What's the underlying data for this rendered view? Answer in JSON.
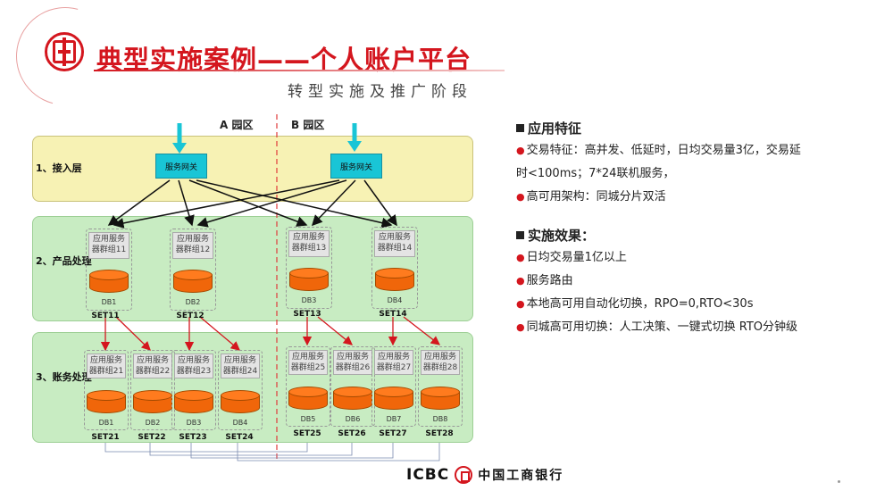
{
  "header": {
    "title": "典型实施案例——个人账户平台",
    "subtitle": "转型实施及推广阶段"
  },
  "diagram": {
    "zone_a": "A 园区",
    "zone_b": "B 园区",
    "layer1_label": "1、接入层",
    "layer2_label": "2、产品处理",
    "layer3_label": "3、账务处理",
    "gateways": [
      "服务网关",
      "服务网关"
    ],
    "product_groups": [
      {
        "svc1": "应用服务",
        "svc2": "器群组11",
        "db": "DB1",
        "set": "SET11"
      },
      {
        "svc1": "应用服务",
        "svc2": "器群组12",
        "db": "DB2",
        "set": "SET12"
      },
      {
        "svc1": "应用服务",
        "svc2": "器群组13",
        "db": "DB3",
        "set": "SET13"
      },
      {
        "svc1": "应用服务",
        "svc2": "器群组14",
        "db": "DB4",
        "set": "SET14"
      }
    ],
    "account_groups": [
      {
        "svc1": "应用服务",
        "svc2": "器群组21",
        "db": "DB1",
        "set": "SET21"
      },
      {
        "svc1": "应用服务",
        "svc2": "器群组22",
        "db": "DB2",
        "set": "SET22"
      },
      {
        "svc1": "应用服务",
        "svc2": "器群组23",
        "db": "DB3",
        "set": "SET23"
      },
      {
        "svc1": "应用服务",
        "svc2": "器群组24",
        "db": "DB4",
        "set": "SET24"
      },
      {
        "svc1": "应用服务",
        "svc2": "器群组25",
        "db": "DB5",
        "set": "SET25"
      },
      {
        "svc1": "应用服务",
        "svc2": "器群组26",
        "db": "DB6",
        "set": "SET26"
      },
      {
        "svc1": "应用服务",
        "svc2": "器群组27",
        "db": "DB7",
        "set": "SET27"
      },
      {
        "svc1": "应用服务",
        "svc2": "器群组28",
        "db": "DB8",
        "set": "SET28"
      }
    ]
  },
  "panel": {
    "sec1_title": "应用特征",
    "sec1_items": [
      "交易特征：高并发、低延时，日均交易量3亿，交易延",
      "时<100ms；7*24联机服务，",
      "高可用架构：同城分片双活"
    ],
    "sec2_title": "实施效果：",
    "sec2_items": [
      "日均交易量1亿以上",
      "服务路由",
      "本地高可用自动化切换，RPO=0,RTO<30s",
      "同城高可用切换：人工决策、一键式切换 RTO分钟级"
    ]
  },
  "footer": {
    "brand": "ICBC",
    "bank_name": "中国工商银行"
  },
  "colors": {
    "brand_red": "#d4161e",
    "layer1_bg": "#f7f2b4",
    "layer_green": "#c8ecc2",
    "gateway": "#19c5d6",
    "db_orange": "#f0660a"
  }
}
